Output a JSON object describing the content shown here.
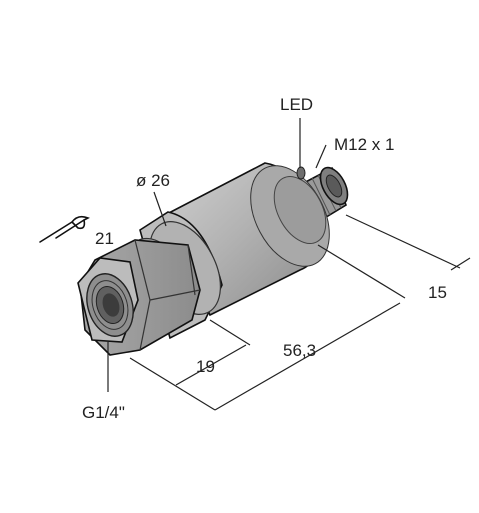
{
  "labels": {
    "led": "LED",
    "connector": "M12 x 1",
    "diameter": "ø 26",
    "wrench": "21",
    "dim_15": "15",
    "dim_56_3": "56,3",
    "dim_19": "19",
    "thread": "G1/4\""
  }
}
